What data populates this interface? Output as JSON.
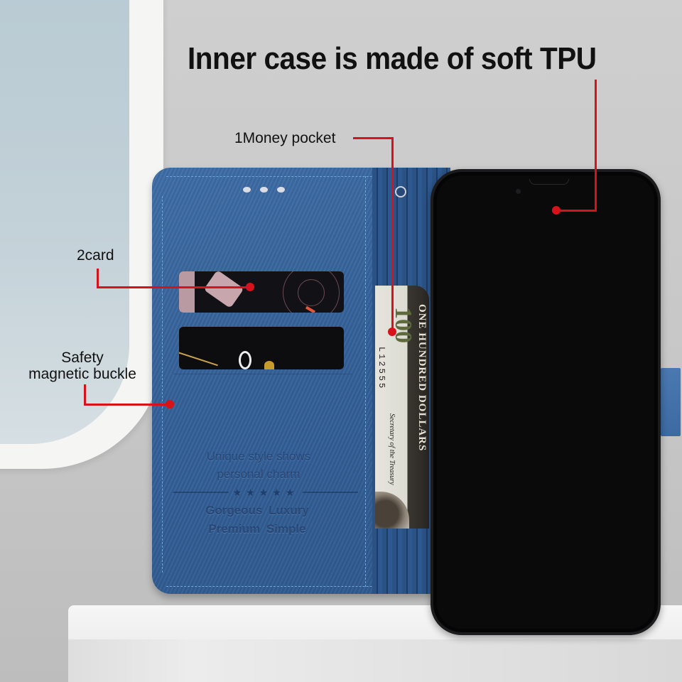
{
  "headline": "Inner case is made of soft TPU",
  "callouts": {
    "money_pocket": "1Money pocket",
    "card": "2card",
    "safety_line1": "Safety",
    "safety_line2": "magnetic buckle"
  },
  "emboss": {
    "line1": "Unique style shows",
    "line2": "personal charm",
    "stars": "★★★★★",
    "line3": "Gorgeous  Luxury",
    "line4": "Premium  Simple"
  },
  "banknote": {
    "denomination": "100",
    "words": "ONE HUNDRED DOLLARS",
    "signature": "Secretary of the Treasury"
  },
  "colors": {
    "callout_red": "#d7121a",
    "leather_blue": "#35629a",
    "phone_black": "#0a0a0b",
    "background_gray": "#c9c9c9"
  }
}
